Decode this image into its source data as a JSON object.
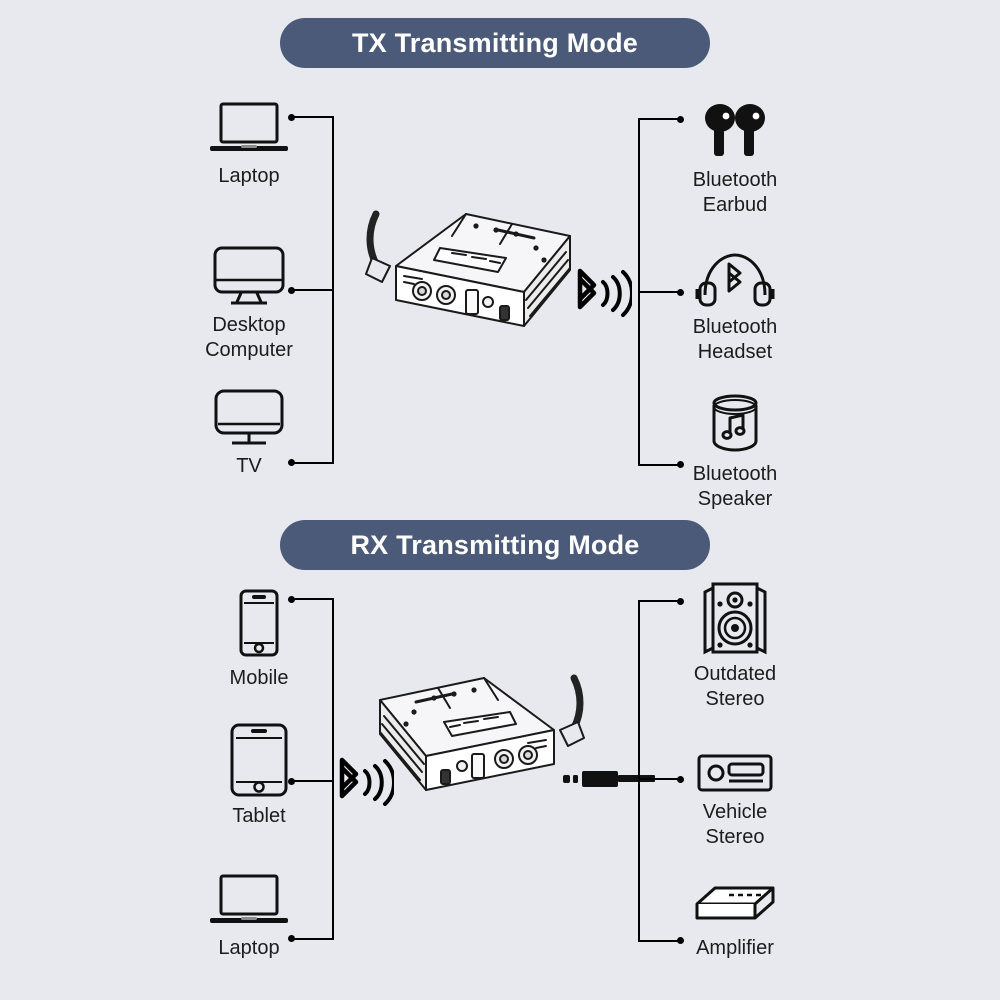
{
  "page": {
    "background_color": "#e8e9ee",
    "banner_color": "#4a5a78",
    "line_color": "#000000"
  },
  "sections": [
    {
      "id": "tx",
      "title": "TX Transmitting Mode",
      "sources": [
        {
          "label": "Laptop",
          "icon": "laptop-icon"
        },
        {
          "label": "Desktop\nComputer",
          "icon": "desktop-computer-icon"
        },
        {
          "label": "TV",
          "icon": "tv-icon"
        }
      ],
      "device": {
        "icon": "bluetooth-transmitter-device",
        "antenna_side": "left"
      },
      "signal": {
        "icon": "bluetooth-signal-icon",
        "direction": "right"
      },
      "targets": [
        {
          "label": "Bluetooth\nEarbud",
          "icon": "bluetooth-earbud-icon"
        },
        {
          "label": "Bluetooth\nHeadset",
          "icon": "bluetooth-headset-icon"
        },
        {
          "label": "Bluetooth\nSpeaker",
          "icon": "bluetooth-speaker-icon"
        }
      ]
    },
    {
      "id": "rx",
      "title": "RX Transmitting Mode",
      "sources": [
        {
          "label": "Mobile",
          "icon": "mobile-icon"
        },
        {
          "label": "Tablet",
          "icon": "tablet-icon"
        },
        {
          "label": "Laptop",
          "icon": "laptop-icon"
        }
      ],
      "device": {
        "icon": "bluetooth-receiver-device",
        "antenna_side": "right"
      },
      "signal": {
        "icon": "bluetooth-signal-icon",
        "direction": "left"
      },
      "connector": {
        "icon": "audio-jack-icon"
      },
      "targets": [
        {
          "label": "Outdated\nStereo",
          "icon": "outdated-stereo-icon"
        },
        {
          "label": "Vehicle\nStereo",
          "icon": "vehicle-stereo-icon"
        },
        {
          "label": "Amplifier",
          "icon": "amplifier-icon"
        }
      ]
    }
  ]
}
